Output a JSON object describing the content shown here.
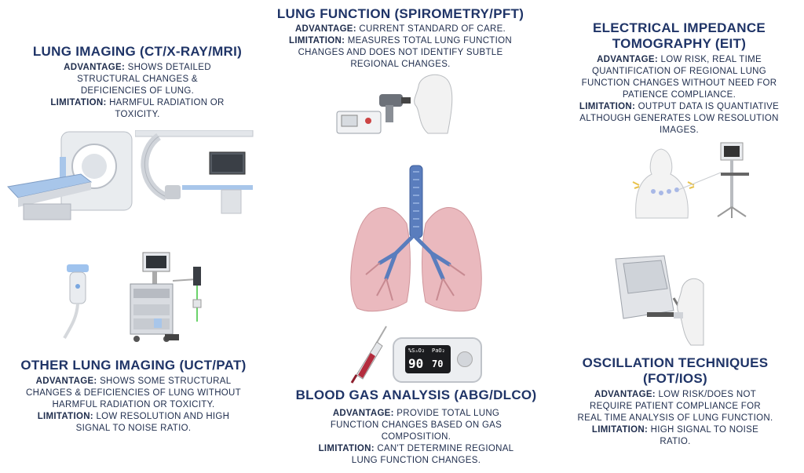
{
  "lung_imaging": {
    "title": "LUNG IMAGING (CT/X-RAY/MRI)",
    "advantage_label": "ADVANTAGE:",
    "advantage_l1": "SHOWS DETAILED",
    "advantage_l2": "STRUCTURAL CHANGES &",
    "advantage_l3": "DEFICIENCIES OF LUNG.",
    "limitation_label": "LIMITATION:",
    "limitation_l1": "HARMFUL RADIATION OR",
    "limitation_l2": "TOXICITY."
  },
  "lung_function": {
    "title": "LUNG FUNCTION (SPIROMETRY/PFT)",
    "advantage_label": "ADVANTAGE:",
    "advantage_l1": "CURRENT STANDARD OF CARE.",
    "limitation_label": "LIMITATION:",
    "limitation_l1": "MEASURES TOTAL LUNG FUNCTION",
    "limitation_l2": "CHANGES AND DOES NOT IDENTIFY SUBTLE",
    "limitation_l3": "REGIONAL CHANGES."
  },
  "eit": {
    "title_l1": "ELECTRICAL IMPEDANCE",
    "title_l2": "TOMOGRAPHY (EIT)",
    "advantage_label": "ADVANTAGE:",
    "advantage_l1": "LOW RISK, REAL TIME",
    "advantage_l2": "QUANTIFICATION OF REGIONAL LUNG",
    "advantage_l3": "FUNCTION CHANGES WITHOUT NEED FOR",
    "advantage_l4": "PATIENCE COMPLIANCE.",
    "limitation_label": "LIMITATION:",
    "limitation_l1": "OUTPUT DATA IS QUANTIATIVE",
    "limitation_l2": "ALTHOUGH GENERATES LOW RESOLUTION",
    "limitation_l3": "IMAGES."
  },
  "other_imaging": {
    "title": "OTHER LUNG IMAGING (UCT/PAT)",
    "advantage_label": "ADVANTAGE:",
    "advantage_l1": "SHOWS SOME STRUCTURAL",
    "advantage_l2": "CHANGES & DEFICIENCIES OF LUNG WITHOUT",
    "advantage_l3": "HARMFUL RADIATION OR TOXICITY.",
    "limitation_label": "LIMITATION:",
    "limitation_l1": "LOW RESOLUTION AND HIGH",
    "limitation_l2": "SIGNAL TO NOISE RATIO."
  },
  "blood_gas": {
    "title": "BLOOD GAS ANALYSIS (ABG/DLCO)",
    "advantage_label": "ADVANTAGE:",
    "advantage_l1": "PROVIDE TOTAL LUNG",
    "advantage_l2": "FUNCTION CHANGES BASED ON GAS",
    "advantage_l3": "COMPOSITION.",
    "limitation_label": "LIMITATION:",
    "limitation_l1": "CAN'T DETERMINE REGIONAL",
    "limitation_l2": "LUNG FUNCTION  CHANGES.",
    "device_sao2": "%SₐO₂",
    "device_pao2": "PaO₂",
    "device_val1": "90",
    "device_val2": "70"
  },
  "oscillation": {
    "title": "OSCILLATION TECHNIQUES (FOT/IOS)",
    "advantage_label": "ADVANTAGE:",
    "advantage_l1": "LOW RISK/DOES NOT",
    "advantage_l2": "REQUIRE PATIENT COMPLIANCE FOR",
    "advantage_l3": "REAL TIME ANALYSIS OF LUNG FUNCTION.",
    "limitation_label": "LIMITATION:",
    "limitation_l1": "HIGH SIGNAL TO NOISE",
    "limitation_l2": "RATIO."
  },
  "colors": {
    "title": "#1f3467",
    "text": "#1f2d4d",
    "lung": "#e9b8bd",
    "trachea": "#4f73b5",
    "device": "#e6e8ec"
  },
  "icons": [
    "ct-scanner-icon",
    "c-arm-xray-icon",
    "spirometer-icon",
    "eit-cart-icon",
    "ultrasound-probe-icon",
    "imaging-cart-icon",
    "lungs-icon",
    "syringe-icon",
    "pulse-oximeter-icon",
    "oscillometry-device-icon"
  ]
}
